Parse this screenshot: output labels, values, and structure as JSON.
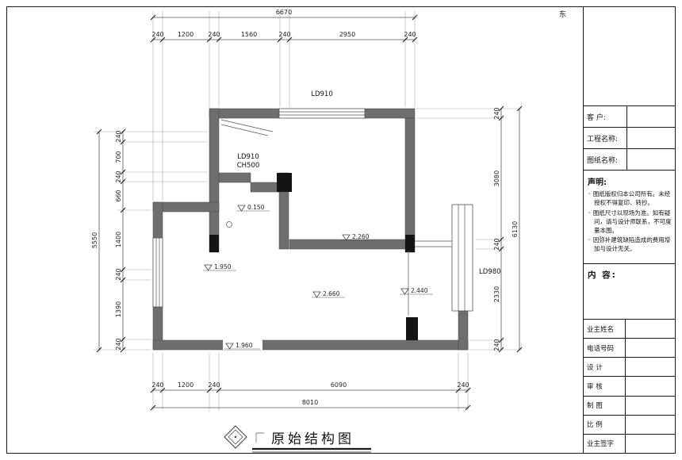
{
  "frame": {
    "east_label": "东"
  },
  "plan": {
    "window_top_label": "LD910",
    "room_label_line1": "LD910",
    "room_label_line2": "CH500",
    "window_right_label": "LD980",
    "elevations": [
      "0.150",
      "2.260",
      "1.950",
      "2.660",
      "2.440",
      "1.960"
    ],
    "dimensions": {
      "top": {
        "overall": "6670",
        "segments": [
          "240",
          "1200",
          "240",
          "1560",
          "240",
          "2950",
          "240"
        ]
      },
      "bottom": {
        "overall": "8010",
        "segments": [
          "240",
          "1200",
          "240",
          "6090",
          "240"
        ]
      },
      "left": {
        "overall": "5550",
        "segments": [
          "240",
          "700",
          "240",
          "660",
          "1400",
          "240",
          "1390",
          "240"
        ]
      },
      "right": {
        "overall": "6130",
        "segments": [
          "240",
          "3080",
          "240",
          "2330",
          "240"
        ]
      }
    }
  },
  "title": {
    "text": "原始结构图"
  },
  "titleblock": {
    "customer_label": "客 户:",
    "project_label": "工程名称:",
    "drawing_label": "图纸名称:",
    "statement": {
      "label": "声明:",
      "items": [
        "图纸版权归本公司所有。未经授权不得复印、转抄。",
        "图纸尺寸以现场为准。如有疑问，请与设计师联系，不可度量本图。",
        "因弥补建筑缺陷造成的费用增加与设计无关。"
      ]
    },
    "content_label": "内 容:",
    "info_rows": [
      {
        "label": "业主姓名"
      },
      {
        "label": "电话号码"
      },
      {
        "label": "设 计"
      },
      {
        "label": "审 核"
      },
      {
        "label": "制 图"
      },
      {
        "label": "比 例"
      },
      {
        "label": "业主签字"
      }
    ]
  }
}
